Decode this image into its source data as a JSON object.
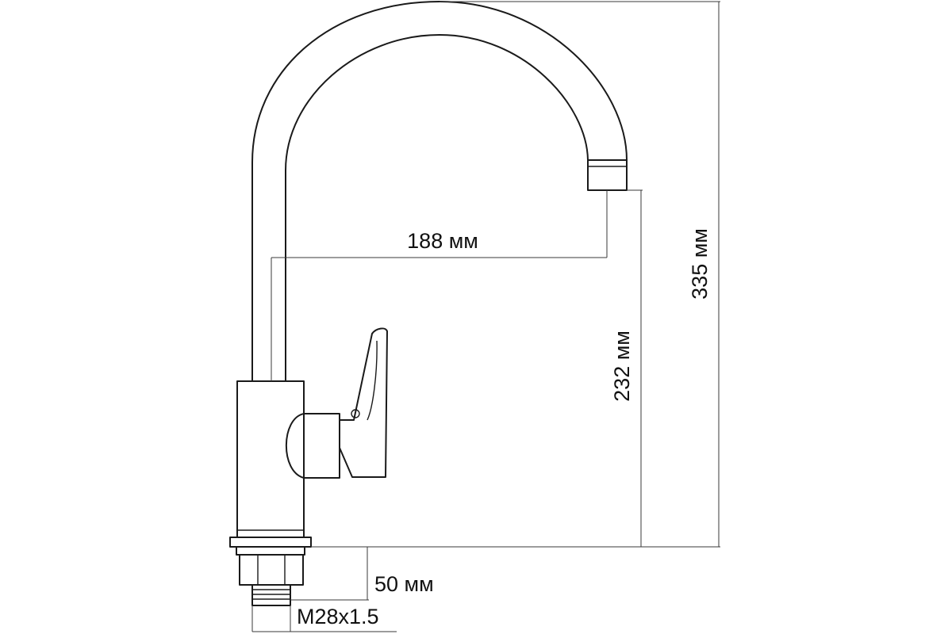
{
  "dimensions": {
    "reach": "188 мм",
    "spout_height": "232 мм",
    "total_height": "335 мм",
    "shank_length": "50 мм",
    "thread": "M28x1.5"
  }
}
